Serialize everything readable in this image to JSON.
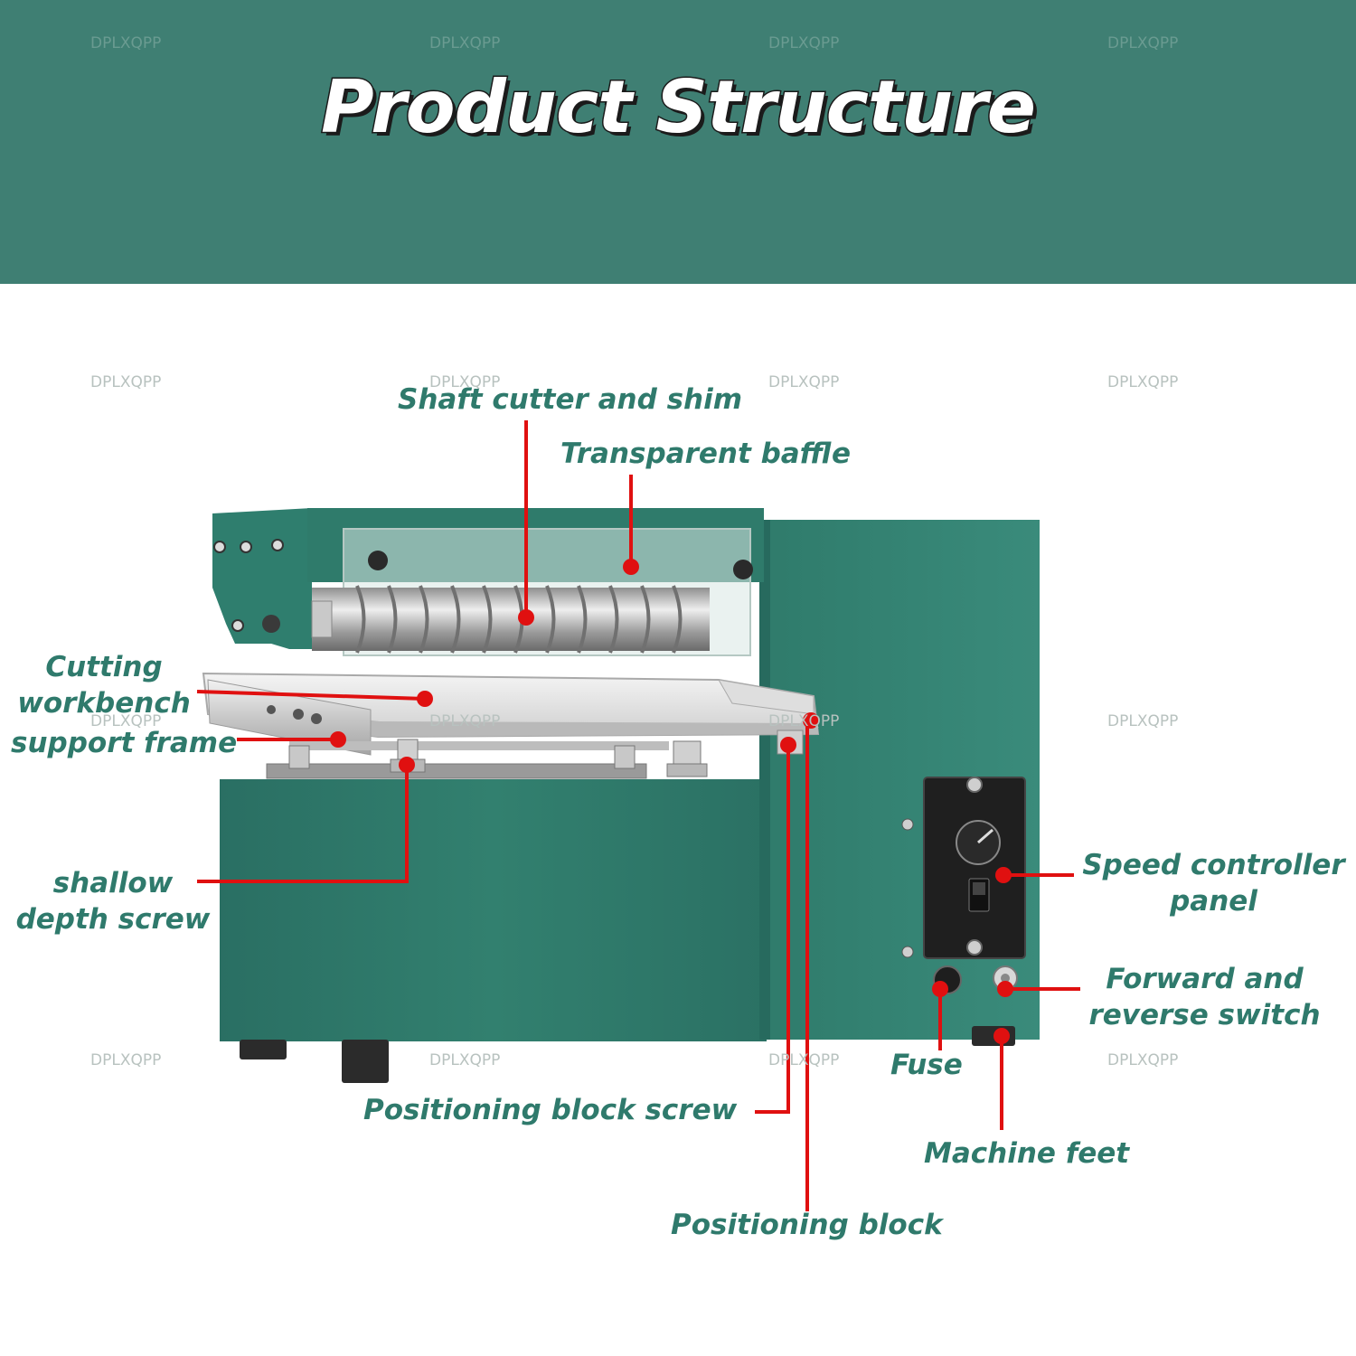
{
  "title": "Product Structure",
  "watermark": "DPLXQPP",
  "colors": {
    "header_bg": "#3f7f73",
    "label_text": "#2f7a6c",
    "leader_line": "#e01010",
    "machine_body": "#2f7a6c"
  },
  "labels": {
    "shaft_cutter": "Shaft cutter and shim",
    "transparent_baffle": "Transparent baffle",
    "cutting_workbench_line1": "Cutting",
    "cutting_workbench_line2": "workbench",
    "support_frame": "support frame",
    "shallow_depth_line1": "shallow",
    "shallow_depth_line2": "depth screw",
    "speed_controller_line1": "Speed controller",
    "speed_controller_line2": "panel",
    "forward_reverse_line1": "Forward and",
    "forward_reverse_line2": "reverse switch",
    "fuse": "Fuse",
    "positioning_block_screw": "Positioning block screw",
    "machine_feet": "Machine feet",
    "positioning_block": "Positioning block"
  }
}
